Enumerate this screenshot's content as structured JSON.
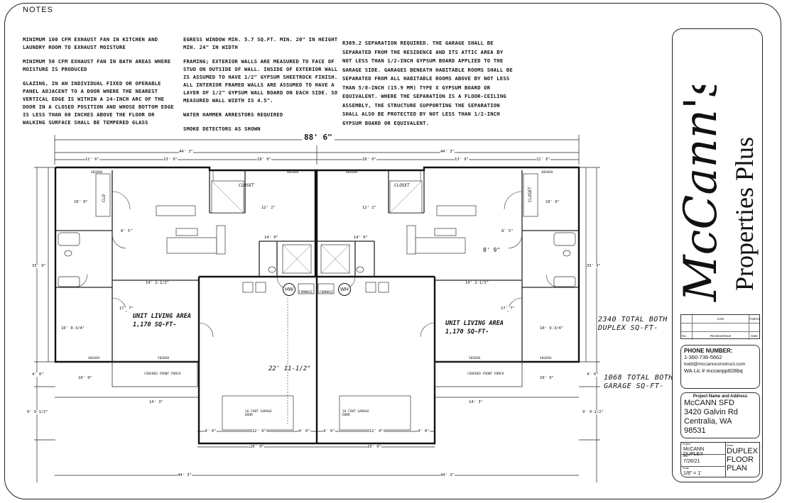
{
  "notes": {
    "title": "NOTES",
    "col1": [
      "Minimum 100 CFM exhaust fan in kitchen and laundry room to exhaust moisture",
      "Minimum 50 CFM exhaust fan in bath areas where moisture is produced",
      "Glazing, in an individual fixed or operable panel adjacent to a door where the nearest vertical edge is within a 24-inch arc of the door in a closed position and whose bottom edge is less than 60 inches above the floor or walking surface shall be tempered glass"
    ],
    "col2": [
      "Egress window min. 5.7 sq.ft. min. 20\" in height min. 24\" in width",
      "Framing; exterior walls are measured to face of stud on outside of wall. Inside of exterior wall is assumed to have 1/2\" gypsum sheetrock finish. All interior framed walls are assumed to have a layer of 1/2\" gypsum wall board on each side. So measured wall width is 4.5\".",
      "Water hammer arrestors required",
      "Smoke detectors as shown"
    ],
    "col3": "R309.2 Separation required. The garage shall be separated from the residence and its attic area by not less than 1/2-inch gypsum board applied to the garage side. Garages beneath habitable rooms shall be separated from all habitable rooms above by not less than 5/8-inch (15.9 mm) Type X gypsum board or equivalent. Where the separation is a floor-ceiling assembly, the structure supporting the separation shall also be protected by not less than 1/2-inch gypsum board or equivalent."
  },
  "plan": {
    "overall_width": "88' 6\"",
    "dims": {
      "half_width": "44' 3\"",
      "d12_6": "12' 6\"",
      "d13_9": "13' 9\"",
      "d18_0": "18' 0\"",
      "d33_0": "33' 0\"",
      "d10_0": "10' 0\"",
      "d12_2": "12' 2\"",
      "d14_0": "14' 0\"",
      "d8_5": "8' 5\"",
      "d8_9": "8' 9\"",
      "d14_2half": "14' 2-1/2\"",
      "d17_7": "17' 7\"",
      "d10_9_34": "10' 9-3/4\"",
      "d4_0": "4' 0\"",
      "d14_3": "14' 3\"",
      "d9_0half": "9' 0-1/2\"",
      "d12_0": "12' 0\"",
      "d20_0": "20' 0\"",
      "d22_11": "22' 11-1/2\""
    },
    "closet": "CLOSET",
    "clo": "CLO",
    "hw": "HW",
    "wh": "WH",
    "unit_area_label": "UNIT LIVING AREA",
    "unit_area_value": "1,170 SQ-FT-",
    "porch": "COVERED FRONT PORCH",
    "garage_door": "16 FOOT GARAGE DOOR",
    "furnace": "FURNACE",
    "win_4020": "4020SH",
    "win_5020": "5020SH",
    "total_both": "2340 TOTAL BOTH",
    "duplex_sqft": "DUPLEX SQ-FT-",
    "garage_total": "1068 TOTAL BOTH",
    "garage_sqft": "GARAGE SQ-FT-"
  },
  "titleblock": {
    "brand_script": "McCann's",
    "brand_sub": "Properties Plus",
    "rev_value": "LGN",
    "rev_date": "7/26/21",
    "rev_no": "No.",
    "rev_label": "Revision/Issue",
    "rev_date_label": "Date",
    "phone_header": "PHONE NUMBER:",
    "phone": "1-360-736-5662",
    "email": "todd@mccannconstruct.com",
    "lic": "WA Lic # mccanpp828bq",
    "proj_header": "Project Name and Address",
    "proj_name": "McCANN SFD",
    "proj_addr1": "3420 Galvin Rd",
    "proj_addr2": "Centralia, WA",
    "proj_zip": "98531",
    "proj_cap": "Project",
    "proj_val": "McCANN DUPLEX",
    "date_cap": "Date",
    "date_val": "7/26/21",
    "scale_cap": "Scale",
    "scale_val": "1/8\" = 1'",
    "sheet_cap": "Sheet",
    "sheet_title1": "DUPLEX",
    "sheet_title2": "FLOOR",
    "sheet_title3": "PLAN"
  }
}
